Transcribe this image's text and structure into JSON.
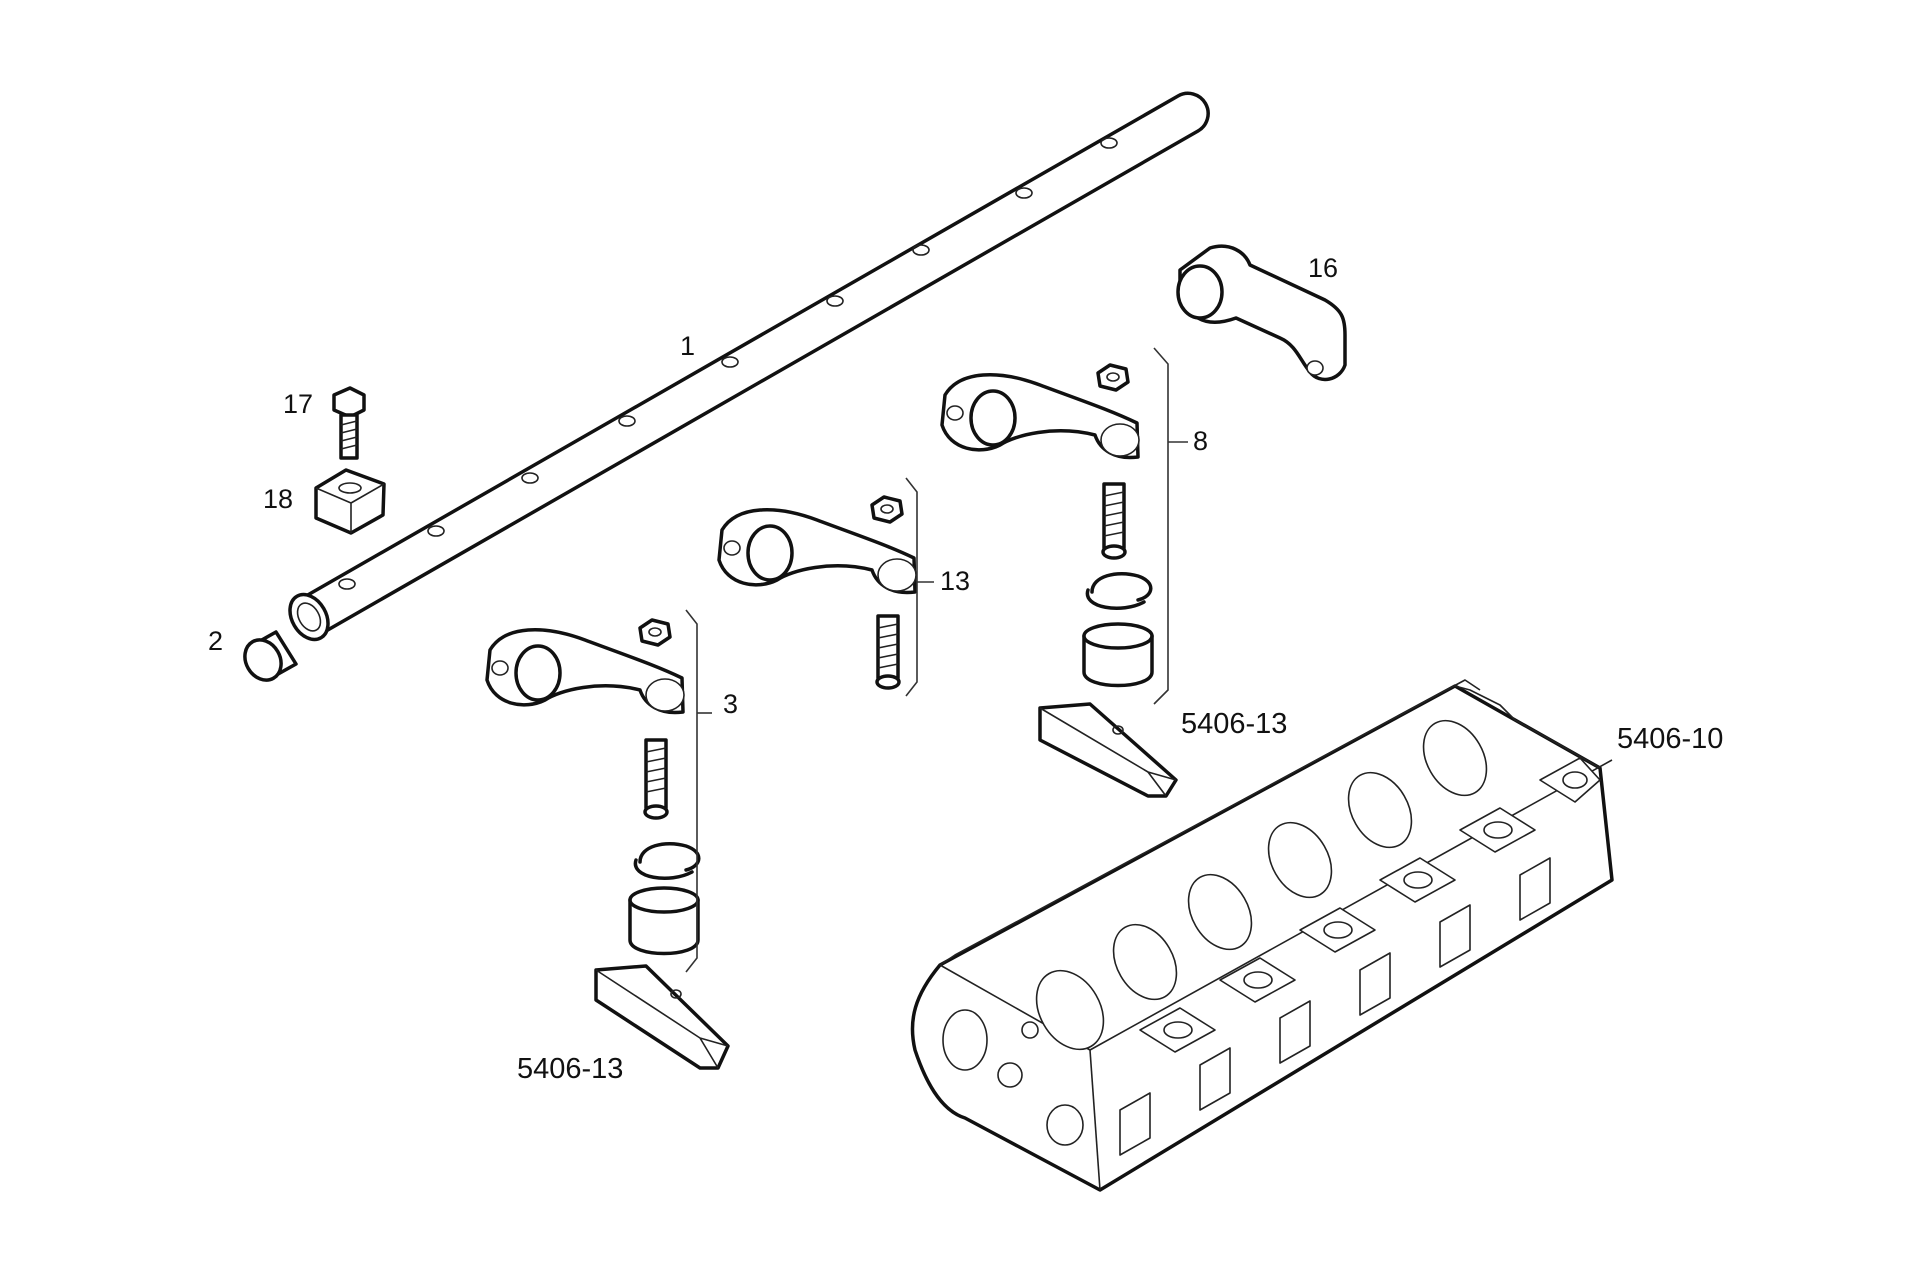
{
  "callouts": {
    "rocker_shaft": "1",
    "shaft_plug": "2",
    "rocker_group_a": "3",
    "rocker_group_b": "8",
    "rocker_group_c": "13",
    "rocker_arm_16": "16",
    "bolt": "17",
    "support_block": "18"
  },
  "references": {
    "ref_left": "5406-13",
    "ref_right": "5406-13",
    "cylinder_head": "5406-10"
  }
}
